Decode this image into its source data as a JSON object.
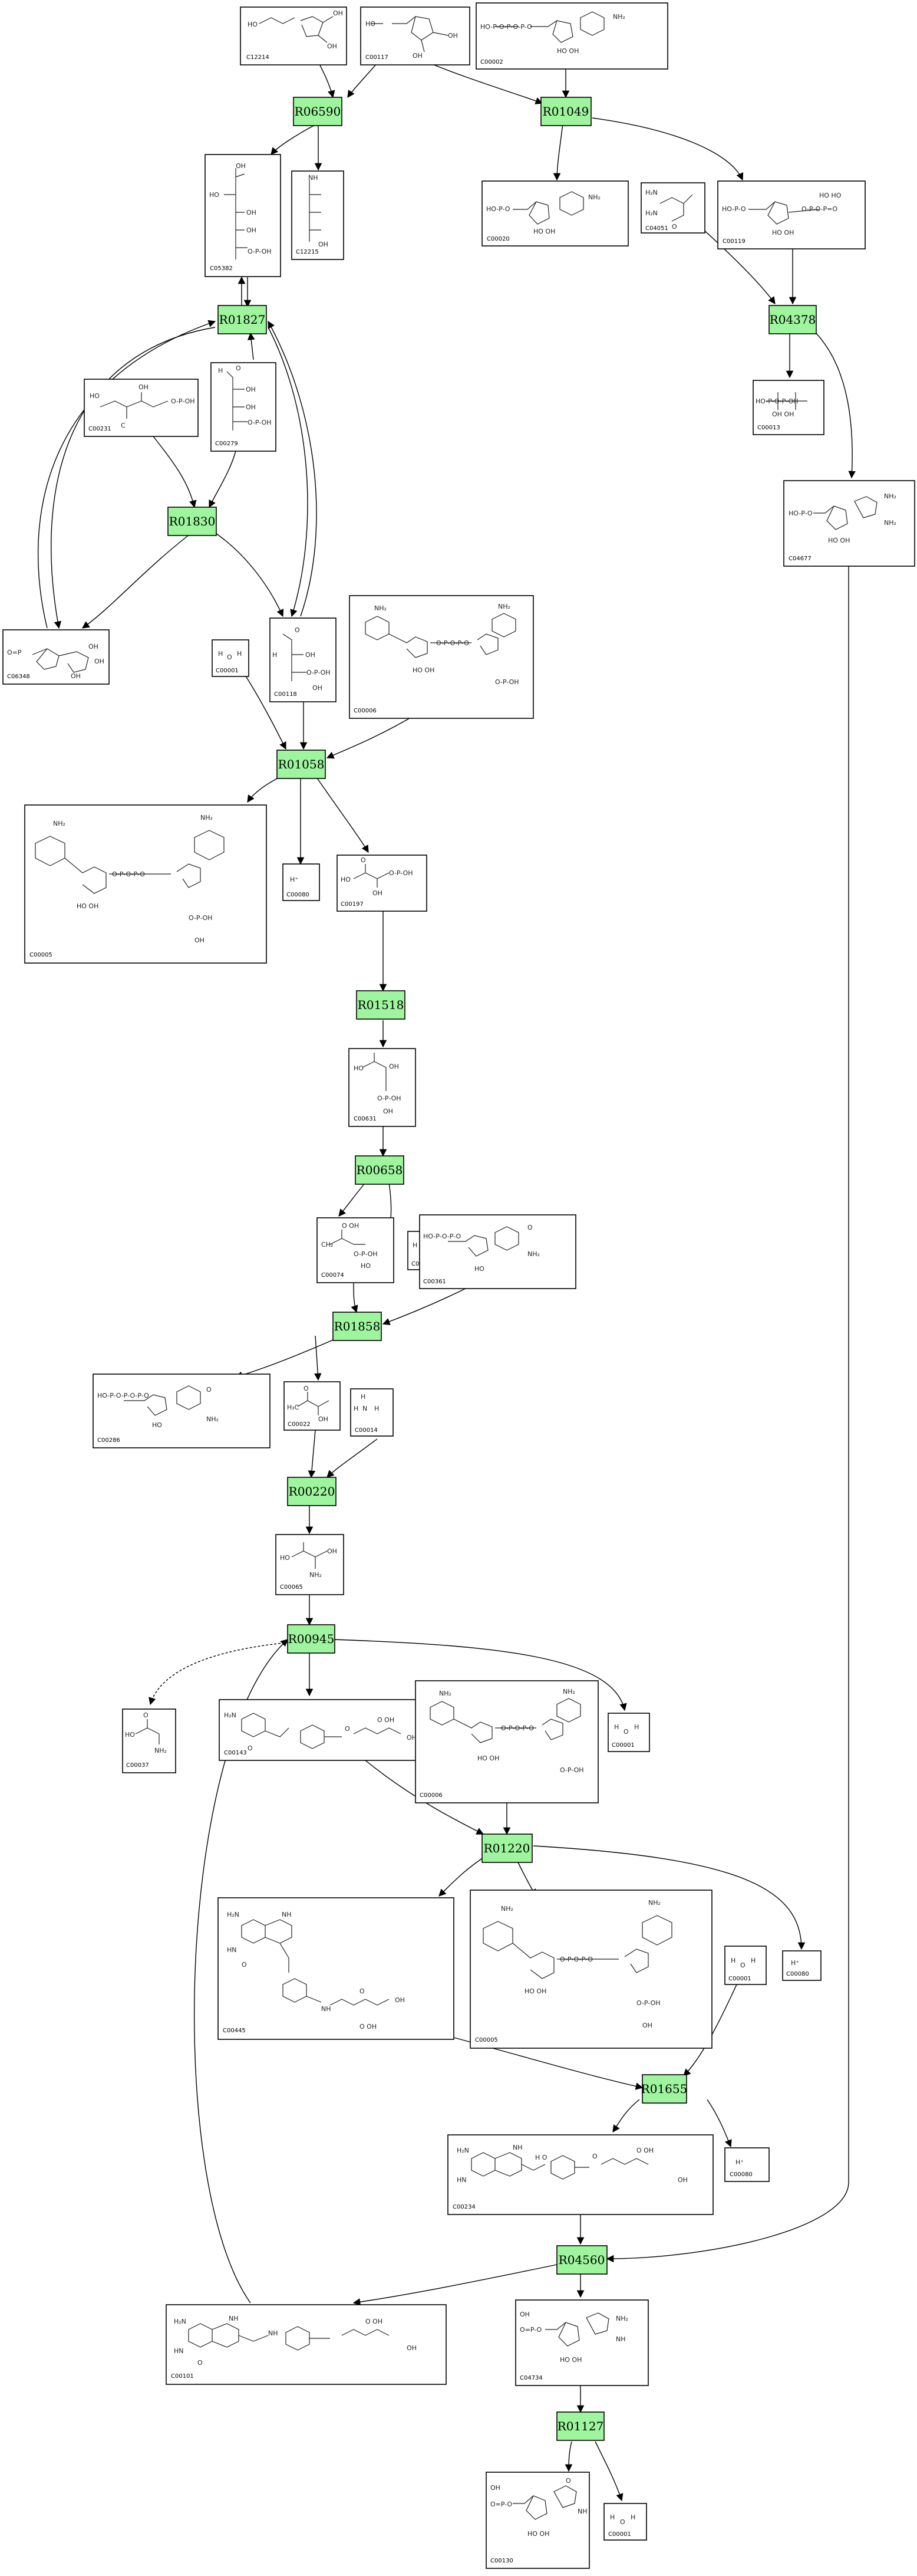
{
  "reactions": {
    "R06590": "R06590",
    "R01049": "R01049",
    "R01827": "R01827",
    "R04378": "R04378",
    "R01830": "R01830",
    "R01058": "R01058",
    "R01518": "R01518",
    "R00658": "R00658",
    "R01858": "R01858",
    "R00220": "R00220",
    "R00945": "R00945",
    "R01220": "R01220",
    "R01655": "R01655",
    "R04560": "R04560",
    "R01127": "R01127"
  },
  "compounds": {
    "C12214": "C12214",
    "C00117": "C00117",
    "C00002": "C00002",
    "C05382": "C05382",
    "C12215": "C12215",
    "C00020": "C00020",
    "C04051": "C04051",
    "C00119": "C00119",
    "C00231": "C00231",
    "C00279": "C00279",
    "C00013": "C00013",
    "C04677": "C04677",
    "C06348": "C06348",
    "C00001": "C00001",
    "C00118": "C00118",
    "C00006": "C00006",
    "C00005": "C00005",
    "C00080": "C00080",
    "C00197": "C00197",
    "C00631": "C00631",
    "C00074": "C00074",
    "C00361": "C00361",
    "C00286": "C00286",
    "C00022": "C00022",
    "C00014": "C00014",
    "C00065": "C00065",
    "C00037": "C00037",
    "C00143": "C00143",
    "C00445": "C00445",
    "C00234": "C00234",
    "C00101": "C00101",
    "C04734": "C04734",
    "C00130": "C00130"
  }
}
